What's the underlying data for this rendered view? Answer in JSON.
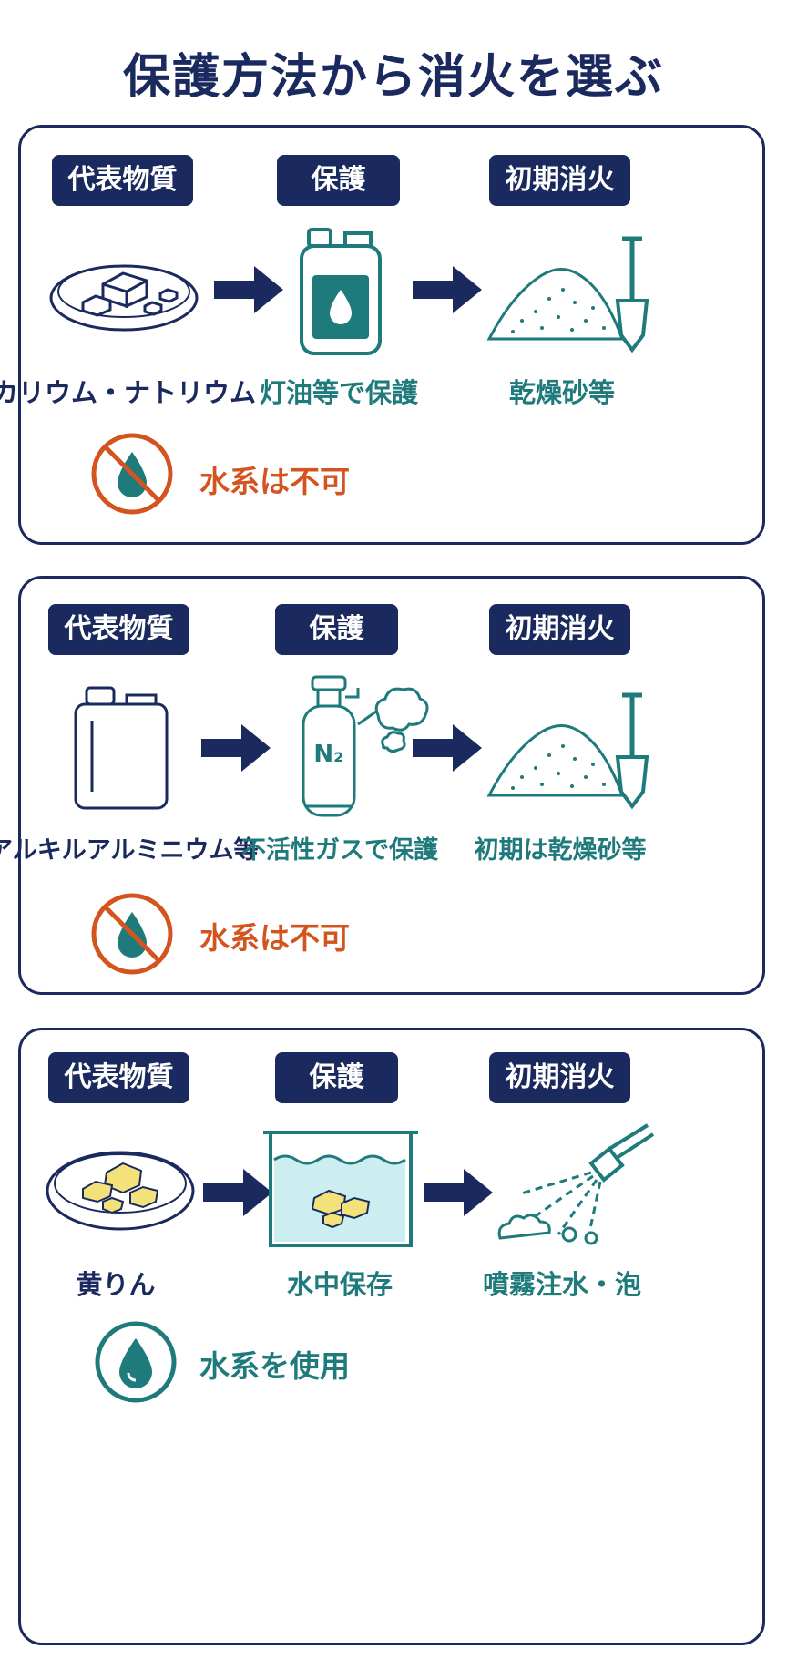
{
  "title": "保護方法から消火を選ぶ",
  "columns": {
    "substance": "代表物質",
    "protection": "保護",
    "extinguish": "初期消火"
  },
  "rows": [
    {
      "substance": "カリウム・ナトリウム",
      "protection": "灯油等で保護",
      "extinguish": "乾燥砂等",
      "note": "水系は不可",
      "note_type": "prohibited"
    },
    {
      "substance": "アルキルアルミニウム等",
      "protection": "不活性ガスで保護",
      "extinguish": "初期は乾燥砂等",
      "note": "水系は不可",
      "note_type": "prohibited",
      "gas_label": "N₂"
    },
    {
      "substance": "黄りん",
      "protection": "水中保存",
      "extinguish": "噴霧注水・泡",
      "note": "水系を使用",
      "note_type": "allowed"
    }
  ],
  "colors": {
    "navy": "#1b2a5e",
    "teal": "#1e7a7b",
    "orange": "#d4541f",
    "yellow": "#f3e17a",
    "water": "#cdeef1"
  },
  "icons": {
    "row1": [
      "metal-dish-icon",
      "kerosene-can-icon",
      "sand-shovel-icon",
      "no-water-icon"
    ],
    "row2": [
      "container-icon",
      "nitrogen-cylinder-icon",
      "sand-shovel-icon",
      "no-water-icon"
    ],
    "row3": [
      "phosphorus-dish-icon",
      "water-tank-icon",
      "spray-nozzle-icon",
      "water-drop-icon"
    ]
  }
}
